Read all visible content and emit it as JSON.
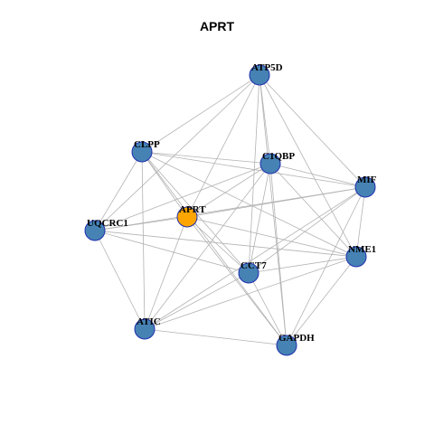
{
  "title": "APRT",
  "colors": {
    "node_default": "#4682B4",
    "node_highlight": "#FFA500",
    "node_border": "#1F2FAE",
    "edge": "#B3B3B3"
  },
  "nodes": [
    {
      "id": "ATP5D",
      "label": "ATP5D",
      "highlight": false
    },
    {
      "id": "CLPP",
      "label": "CLPP",
      "highlight": false
    },
    {
      "id": "C1QBP",
      "label": "C1QBP",
      "highlight": false
    },
    {
      "id": "MIF",
      "label": "MIF",
      "highlight": false
    },
    {
      "id": "APRT",
      "label": "APRT",
      "highlight": true
    },
    {
      "id": "UQCRC1",
      "label": "UQCRC1",
      "highlight": false
    },
    {
      "id": "NME1",
      "label": "NME1",
      "highlight": false
    },
    {
      "id": "CCT7",
      "label": "CCT7",
      "highlight": false
    },
    {
      "id": "ATIC",
      "label": "ATIC",
      "highlight": false
    },
    {
      "id": "GAPDH",
      "label": "GAPDH",
      "highlight": false
    }
  ],
  "edges": [
    [
      "ATP5D",
      "CLPP"
    ],
    [
      "ATP5D",
      "C1QBP"
    ],
    [
      "ATP5D",
      "MIF"
    ],
    [
      "ATP5D",
      "APRT"
    ],
    [
      "ATP5D",
      "UQCRC1"
    ],
    [
      "ATP5D",
      "NME1"
    ],
    [
      "ATP5D",
      "CCT7"
    ],
    [
      "ATP5D",
      "GAPDH"
    ],
    [
      "CLPP",
      "C1QBP"
    ],
    [
      "CLPP",
      "MIF"
    ],
    [
      "CLPP",
      "APRT"
    ],
    [
      "CLPP",
      "UQCRC1"
    ],
    [
      "CLPP",
      "NME1"
    ],
    [
      "CLPP",
      "CCT7"
    ],
    [
      "CLPP",
      "ATIC"
    ],
    [
      "CLPP",
      "GAPDH"
    ],
    [
      "C1QBP",
      "MIF"
    ],
    [
      "C1QBP",
      "APRT"
    ],
    [
      "C1QBP",
      "UQCRC1"
    ],
    [
      "C1QBP",
      "NME1"
    ],
    [
      "C1QBP",
      "CCT7"
    ],
    [
      "C1QBP",
      "ATIC"
    ],
    [
      "C1QBP",
      "GAPDH"
    ],
    [
      "MIF",
      "APRT"
    ],
    [
      "MIF",
      "UQCRC1"
    ],
    [
      "MIF",
      "NME1"
    ],
    [
      "MIF",
      "CCT7"
    ],
    [
      "MIF",
      "ATIC"
    ],
    [
      "MIF",
      "GAPDH"
    ],
    [
      "APRT",
      "UQCRC1"
    ],
    [
      "APRT",
      "NME1"
    ],
    [
      "APRT",
      "CCT7"
    ],
    [
      "APRT",
      "ATIC"
    ],
    [
      "APRT",
      "GAPDH"
    ],
    [
      "UQCRC1",
      "NME1"
    ],
    [
      "UQCRC1",
      "CCT7"
    ],
    [
      "UQCRC1",
      "ATIC"
    ],
    [
      "NME1",
      "CCT7"
    ],
    [
      "NME1",
      "ATIC"
    ],
    [
      "NME1",
      "GAPDH"
    ],
    [
      "CCT7",
      "GAPDH"
    ],
    [
      "CCT7",
      "ATIC"
    ],
    [
      "ATIC",
      "GAPDH"
    ]
  ]
}
